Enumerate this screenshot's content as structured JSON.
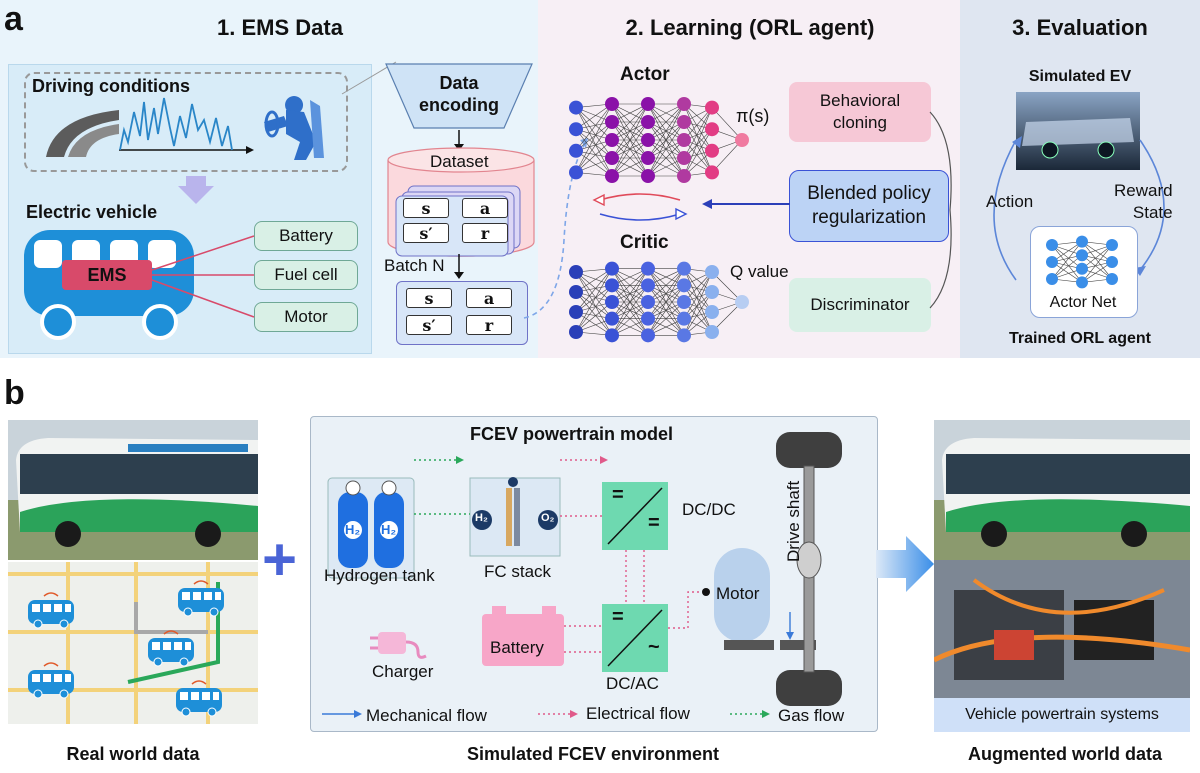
{
  "panel_a": {
    "letter": "a",
    "sec1": {
      "title": "1. EMS Data",
      "driving_conditions": "Driving conditions",
      "electric_vehicle": "Electric vehicle",
      "ems": "EMS",
      "components": [
        "Battery",
        "Fuel cell",
        "Motor"
      ],
      "data_encoding": "Data\nencoding",
      "dataset": "Dataset",
      "batch": "Batch N",
      "tuple": [
        "s",
        "a",
        "s′",
        "r"
      ]
    },
    "sec2": {
      "title": "2. Learning (ORL agent)",
      "actor": "Actor",
      "critic": "Critic",
      "pi": "π(s)",
      "q": "Q value",
      "behavioral_cloning": "Behavioral\ncloning",
      "blended": "Blended policy\nregularization",
      "discriminator": "Discriminator"
    },
    "sec3": {
      "title": "3. Evaluation",
      "simulated_ev": "Simulated EV",
      "action": "Action",
      "reward_state": "Reward\nState",
      "actor_net": "Actor Net",
      "trained": "Trained ORL agent"
    }
  },
  "panel_b": {
    "letter": "b",
    "real_world": "Real world data",
    "simulated_env": "Simulated FCEV environment",
    "augmented": "Augmented world data",
    "model_title": "FCEV powertrain model",
    "hydrogen_tank": "Hydrogen tank",
    "fc_stack": "FC stack",
    "dcdc": "DC/DC",
    "dcac": "DC/AC",
    "battery": "Battery",
    "charger": "Charger",
    "motor": "Motor",
    "drive_shaft": "Drive shaft",
    "legend": [
      "Mechanical flow",
      "Electrical flow",
      "Gas flow"
    ],
    "vehicle_powertrain": "Vehicle powertrain systems",
    "plus": "+",
    "h2": "H₂",
    "o2": "O₂",
    "eq": "=",
    "tilde": "~"
  },
  "colors": {
    "sec1_bg": "#e9f4fb",
    "sec2_bg": "#f7eff5",
    "sec3_bg": "#dfe6f1",
    "teal_box": "#d9f0e6",
    "pink_box": "#f6c8d6",
    "blue_box": "#bcd3f5",
    "bus_blue": "#1e8fd8",
    "ems_red": "#d84a6a",
    "actor_purple": "#8a12a8",
    "actor_pink": "#e23c84",
    "critic_blue": "#3a52d6",
    "critic_light": "#8ab0ee",
    "plus_blue": "#4a64d6"
  }
}
